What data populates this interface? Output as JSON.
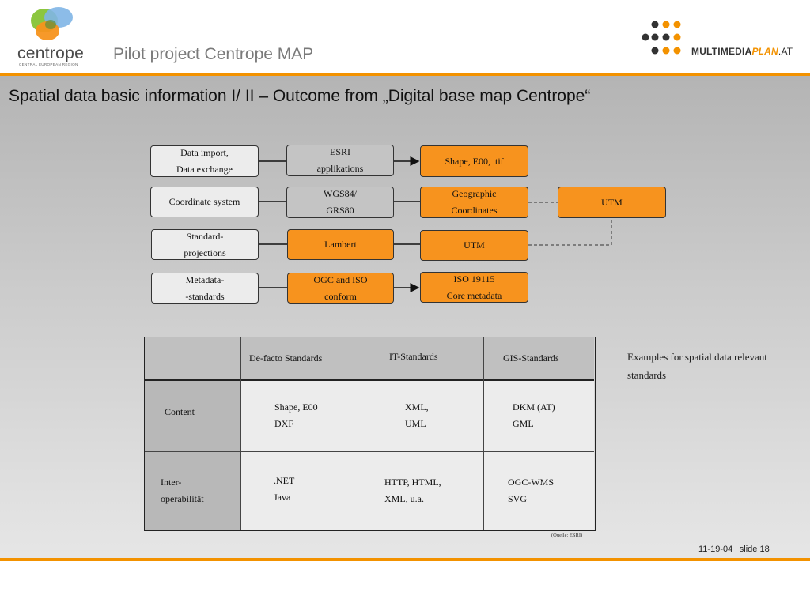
{
  "header": {
    "logo_left": {
      "name": "centrope",
      "tagline": "CENTRAL EUROPEAN REGION"
    },
    "title": "Pilot project Centrope MAP",
    "logo_right": {
      "part1": "MULTIMEDIA",
      "part2": "PLAN",
      "part3": ".AT"
    }
  },
  "slide_title": "Spatial data basic information I/ II – Outcome from „Digital base map Centrope“",
  "diagram": {
    "rows": [
      {
        "label": "Data import,\nData exchange",
        "middle": "ESRI\napplikations",
        "result": "Shape, E00, .tif"
      },
      {
        "label": "Coordinate system",
        "middle": "WGS84/\nGRS80",
        "result": "Geographic\nCoordinates",
        "extra": "UTM"
      },
      {
        "label": "Standard-\nprojections",
        "middle": "Lambert",
        "result": "UTM"
      },
      {
        "label": "Metadata-\n-standards",
        "middle": "OGC and ISO\nconform",
        "result": "ISO 19115\nCore metadata"
      }
    ]
  },
  "table": {
    "headers": [
      "",
      "De-facto Standards",
      "IT-Standards",
      "GIS-Standards"
    ],
    "rows": [
      {
        "label": "Content",
        "cells": [
          "Shape, E00\nDXF",
          "XML,\nUML",
          "DKM (AT)\nGML"
        ]
      },
      {
        "label": "Inter-\noperabilität",
        "cells": [
          ".NET\nJava",
          "HTTP, HTML,\nXML, u.a.",
          "OGC-WMS\nSVG"
        ]
      }
    ]
  },
  "note": "Examples for spatial data relevant standards",
  "source": "(Quelle: ESRI)",
  "footer": "11-19-04  l  slide 18",
  "colors": {
    "accent": "#f39200",
    "box_orange": "#f7931e"
  }
}
